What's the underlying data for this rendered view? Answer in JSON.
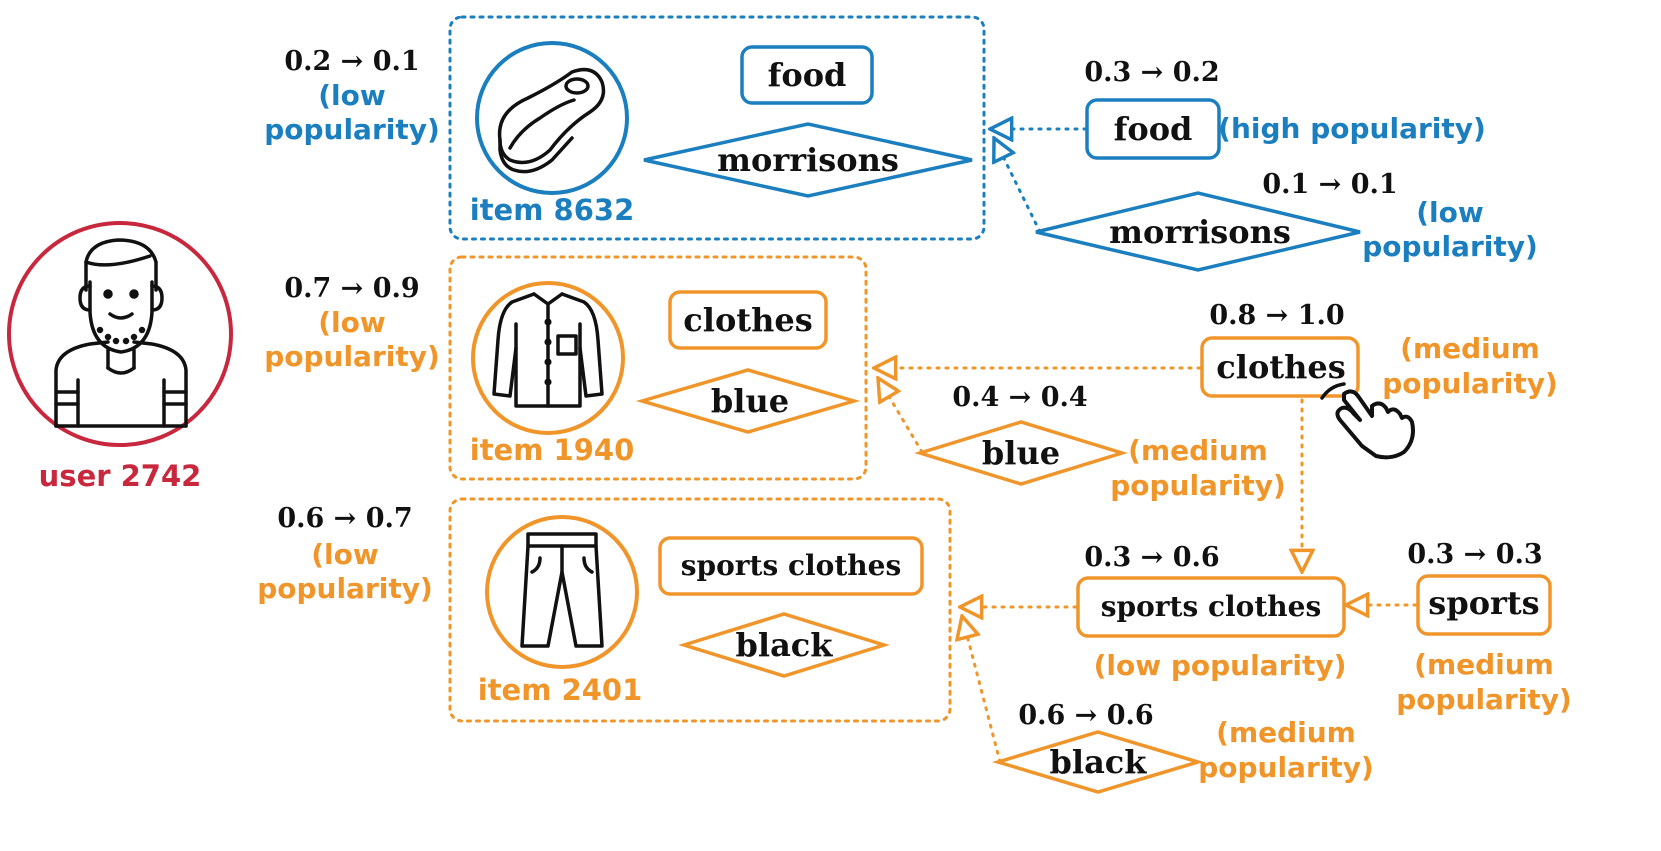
{
  "colors": {
    "blue": "#1b7fbf",
    "orange": "#f0952a",
    "red": "#c8283d",
    "ink": "#111111"
  },
  "user": {
    "label": "user 2742",
    "icon": "user-avatar-icon"
  },
  "items": [
    {
      "caption": "item 8632",
      "icon": "steak-icon",
      "category": "food",
      "brand": "morrisons",
      "score": "0.2 → 0.1",
      "popularity": [
        "(low",
        "popularity)"
      ]
    },
    {
      "caption": "item 1940",
      "icon": "shirt-icon",
      "category": "clothes",
      "brand": "blue",
      "score": "0.7 → 0.9",
      "popularity": [
        "(low",
        "popularity)"
      ]
    },
    {
      "caption": "item 2401",
      "icon": "trousers-icon",
      "category": "sports clothes",
      "brand": "black",
      "score": "0.6 → 0.7",
      "popularity": [
        "(low",
        "popularity)"
      ]
    }
  ],
  "attributes": {
    "food": {
      "label": "food",
      "score": "0.3 → 0.2",
      "popularity": [
        "(high popularity)"
      ]
    },
    "morrisons": {
      "label": "morrisons",
      "score": "0.1 → 0.1",
      "popularity": [
        "(low",
        "popularity)"
      ]
    },
    "clothes": {
      "label": "clothes",
      "score": "0.8 → 1.0",
      "popularity": [
        "(medium",
        "popularity)"
      ]
    },
    "blue": {
      "label": "blue",
      "score": "0.4 → 0.4",
      "popularity": [
        "(medium",
        "popularity)"
      ]
    },
    "sports_clothes": {
      "label": "sports clothes",
      "score": "0.3 → 0.6",
      "popularity": [
        "(low popularity)"
      ]
    },
    "sports": {
      "label": "sports",
      "score": "0.3 → 0.3",
      "popularity": [
        "(medium",
        "popularity)"
      ]
    },
    "black": {
      "label": "black",
      "score": "0.6 → 0.6",
      "popularity": [
        "(medium",
        "popularity)"
      ]
    }
  },
  "cursor_icon": "hand-pointer-icon"
}
